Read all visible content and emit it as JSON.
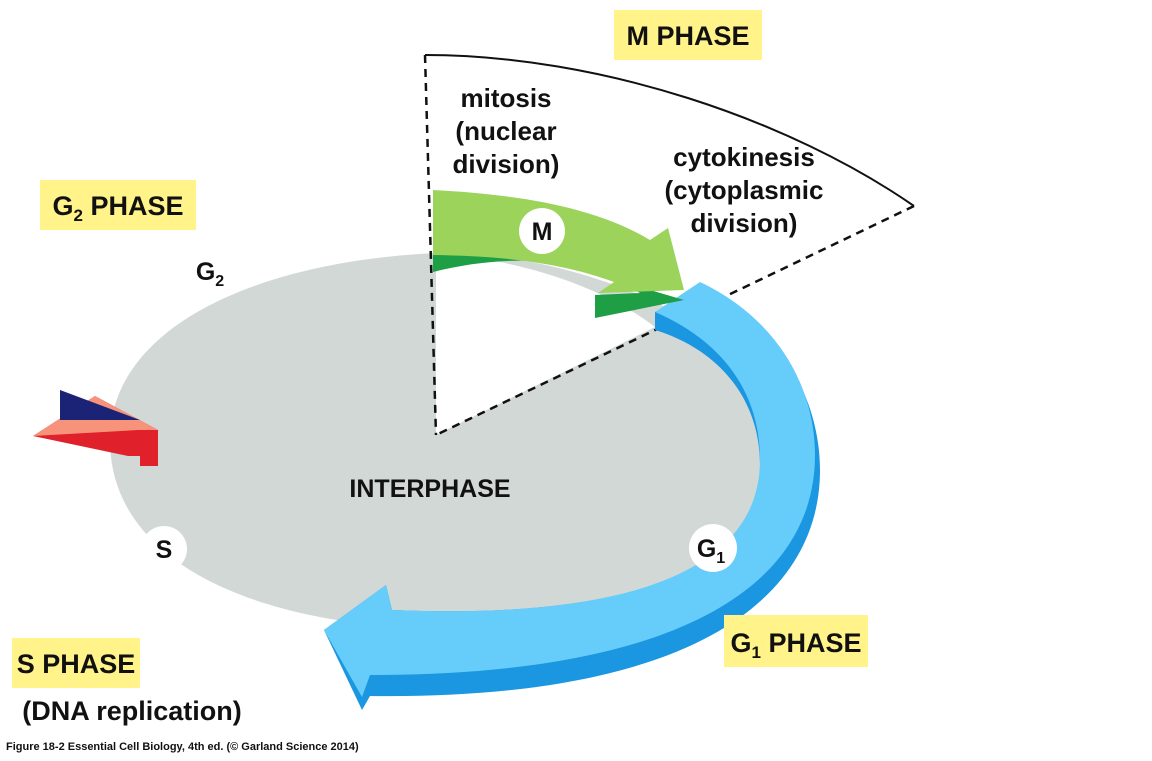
{
  "colors": {
    "interphase_fill": "#d2d8d6",
    "m_phase_green": "#9bd35b",
    "m_phase_green_dark": "#1e9e45",
    "g1_blue": "#66ccfa",
    "g1_blue_dark": "#1a97e0",
    "g2_blue": "#7a8fcd",
    "g2_navy": "#1a2375",
    "s_salmon": "#f6937a",
    "s_red": "#e0202a",
    "label_box": "#fff389",
    "white": "#ffffff"
  },
  "labels": {
    "m_phase_box": "M PHASE",
    "g2_phase_box": {
      "main": "G",
      "sub": "2",
      "rest": " PHASE"
    },
    "g1_phase_box": {
      "main": "G",
      "sub": "1",
      "rest": " PHASE"
    },
    "s_phase_box": "S PHASE",
    "s_phase_note": "(DNA replication)",
    "mitosis": [
      "mitosis",
      "(nuclear",
      "division)"
    ],
    "cytokinesis": [
      "cytokinesis",
      "(cytoplasmic",
      "division)"
    ],
    "interphase": "INTERPHASE"
  },
  "badges": {
    "m": "M",
    "g1": {
      "main": "G",
      "sub": "1"
    },
    "g2": {
      "main": "G",
      "sub": "2"
    },
    "s": "S"
  },
  "caption": "Figure 18-2  Essential Cell Biology, 4th ed. (© Garland Science 2014)"
}
